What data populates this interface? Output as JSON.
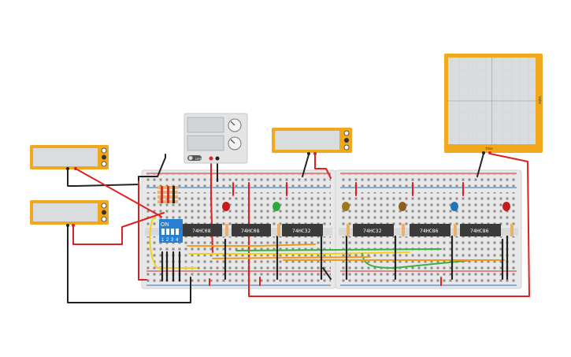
{
  "chips": [
    {
      "id": "u1",
      "label": "74HC08"
    },
    {
      "id": "u2",
      "label": "74HC08"
    },
    {
      "id": "u3",
      "label": "74HC32"
    },
    {
      "id": "u4",
      "label": "74HC32"
    },
    {
      "id": "u5",
      "label": "74HC86"
    },
    {
      "id": "u6",
      "label": "74HC86"
    }
  ],
  "dip_switch": {
    "on_label": "ON",
    "numbers": [
      "1",
      "2",
      "3",
      "4"
    ]
  },
  "power_supply": {
    "badge": "OFF"
  },
  "oscilloscope": {
    "x_label": "Time",
    "y_label": "Volts"
  },
  "colors": {
    "meter_frame": "#f2a81d",
    "meter_screen": "#d9dde0",
    "board": "#e9e9e9",
    "rail_red": "#d8262c",
    "rail_blue": "#2d6fb5",
    "chip": "#3a3a3a",
    "wire_red": "#d22",
    "wire_black": "#222",
    "wire_yellow": "#f2d21c",
    "wire_green": "#3cb23c",
    "wire_orange": "#f39a1a",
    "dip_blue": "#2a7fd1"
  },
  "leds": [
    {
      "color": "#c61b1b"
    },
    {
      "color": "#2ea83a"
    },
    {
      "color": "#9a7a18"
    },
    {
      "color": "#8d5f1d"
    },
    {
      "color": "#1f76b8"
    },
    {
      "color": "#c61b1b"
    }
  ]
}
